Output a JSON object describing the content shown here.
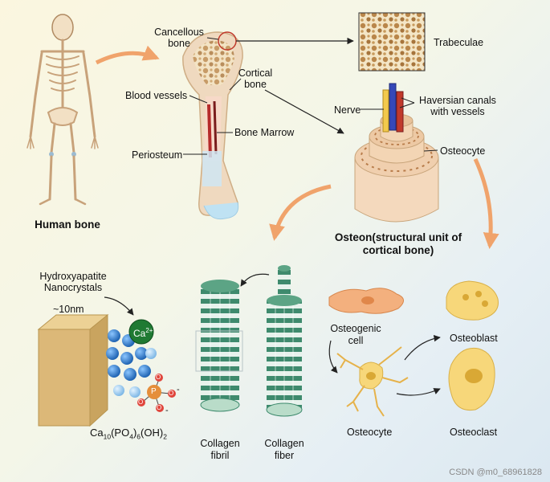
{
  "labels": {
    "human_bone": "Human bone",
    "cancellous_bone": "Cancellous bone",
    "cortical_bone": "Cortical bone",
    "blood_vessels": "Blood vessels",
    "bone_marrow": "Bone Marrow",
    "periosteum": "Periosteum",
    "trabeculae": "Trabeculae",
    "nerve": "Nerve",
    "haversian": "Haversian canals with vessels",
    "osteocyte_top": "Osteocyte",
    "osteon": "Osteon(structural unit of cortical bone)",
    "hydroxyapatite": "Hydroxyapatite Nanocrystals",
    "size": "~10nm",
    "ca_ion": "Ca",
    "ca_charge": "2+",
    "phosphorus": "P",
    "oxygen": "O",
    "minus": "-",
    "formula_parts": [
      "Ca",
      "10",
      "(PO",
      "4",
      ")",
      "6",
      "(OH)",
      "2"
    ],
    "collagen_fibril": "Collagen fibril",
    "collagen_fiber": "Collagen fiber",
    "osteogenic_cell": "Osteogenic cell",
    "osteoblast": "Osteoblast",
    "osteocyte_bottom": "Osteocyte",
    "osteoclast": "Osteoclast"
  },
  "watermark": "CSDN @m0_68961828",
  "colors": {
    "arrow_orange": "#f0a36b",
    "bone": "#efd9bf",
    "collagen_green": "#3e8a6d",
    "crystal_tan": "#d9b774",
    "calcium_green": "#1f7a33",
    "ion_blue": "#2a7cc7",
    "cell_orange": "#f3b07e",
    "cell_yellow": "#f7d77a"
  }
}
